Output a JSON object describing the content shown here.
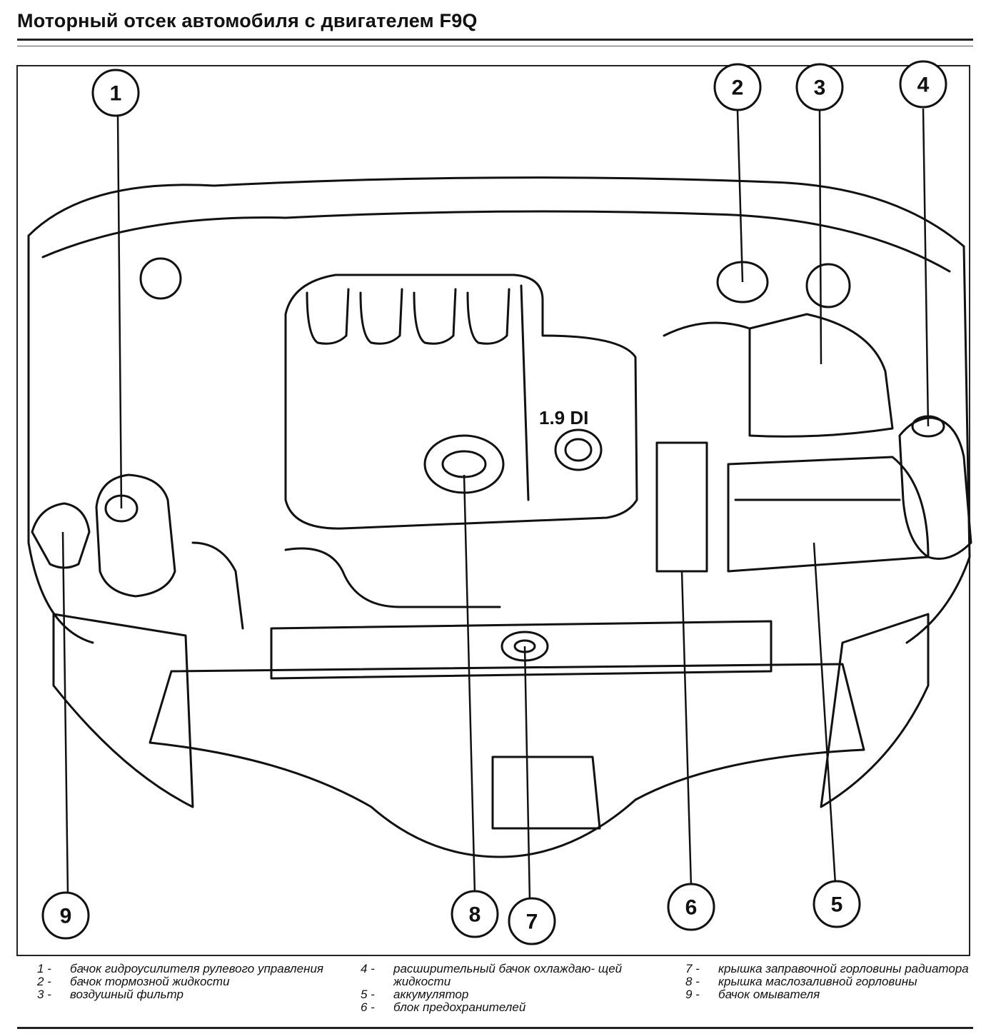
{
  "title": "Моторный отсек автомобиля с двигателем F9Q",
  "engine_label": "1.9 DI",
  "callouts": [
    {
      "num": "1"
    },
    {
      "num": "2"
    },
    {
      "num": "3"
    },
    {
      "num": "4"
    },
    {
      "num": "5"
    },
    {
      "num": "6"
    },
    {
      "num": "7"
    },
    {
      "num": "8"
    },
    {
      "num": "9"
    }
  ],
  "legend": [
    {
      "num": "1 -",
      "text": "бачок гидроусилителя рулевого управления"
    },
    {
      "num": "2 -",
      "text": "бачок тормозной жидкости"
    },
    {
      "num": "3 -",
      "text": "воздушный фильтр"
    },
    {
      "num": "4 -",
      "text": "расширительный бачок охлаждаю- щей жидкости"
    },
    {
      "num": "5 -",
      "text": "аккумулятор"
    },
    {
      "num": "6 -",
      "text": "блок предохранителей"
    },
    {
      "num": "7 -",
      "text": "крышка заправочной горловины радиатора"
    },
    {
      "num": "8 -",
      "text": "крышка маслозаливной горловины"
    },
    {
      "num": "9 -",
      "text": "бачок омывателя"
    }
  ]
}
